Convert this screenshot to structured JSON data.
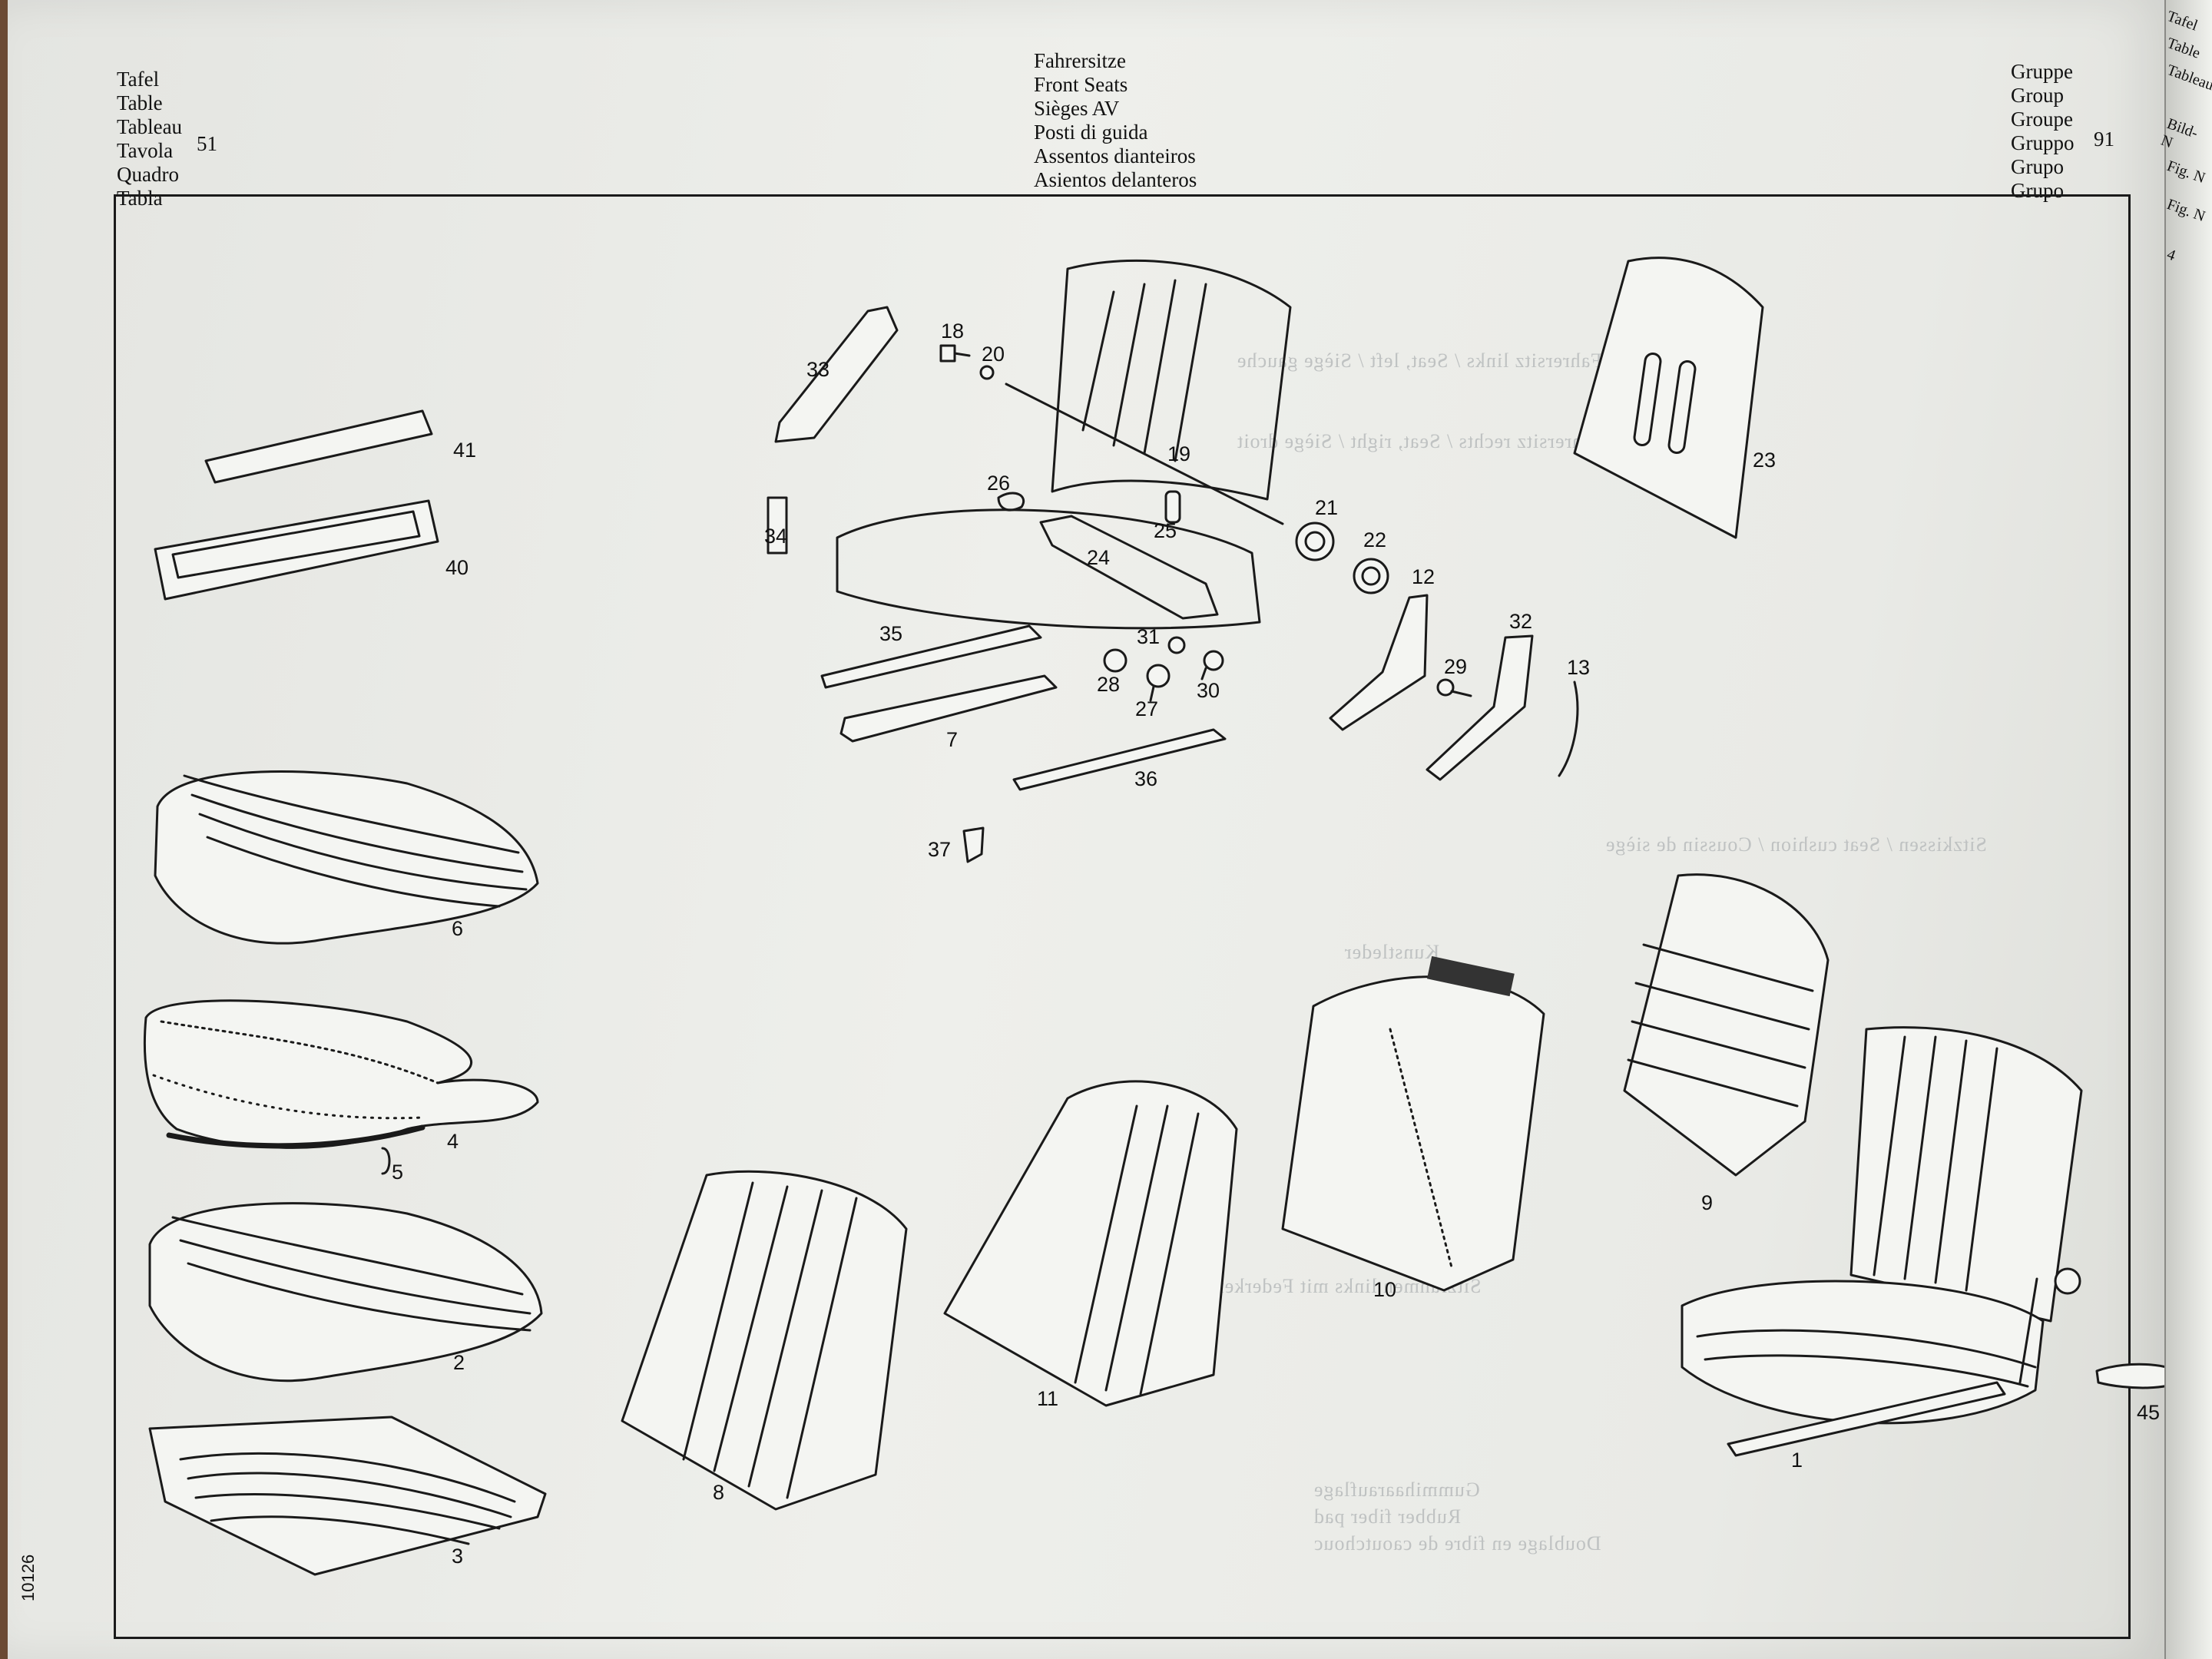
{
  "header": {
    "table_labels": [
      "Tafel",
      "Table",
      "Tableau",
      "Tavola",
      "Quadro",
      "Tabla"
    ],
    "table_number": "51",
    "titles": [
      "Fahrersitze",
      "Front Seats",
      "Sièges AV",
      "Posti di guida",
      "Assentos dianteiros",
      "Asientos delanteros"
    ],
    "group_labels": [
      "Gruppe",
      "Group",
      "Groupe",
      "Gruppo",
      "Grupo",
      "Grupo"
    ],
    "group_number": "91"
  },
  "next_page_labels": [
    "Tafel",
    "Table",
    "Tableau",
    "Bild-N",
    "Fig. N",
    "Fig. N",
    "4"
  ],
  "side_code": "10126",
  "callouts": {
    "c1": "1",
    "c2": "2",
    "c3": "3",
    "c4": "4",
    "c5": "5",
    "c6": "6",
    "c7": "7",
    "c8": "8",
    "c9": "9",
    "c10": "10",
    "c11": "11",
    "c12": "12",
    "c13": "13",
    "c18": "18",
    "c19": "19",
    "c20": "20",
    "c21": "21",
    "c22": "22",
    "c23": "23",
    "c24": "24",
    "c25": "25",
    "c26": "26",
    "c27": "27",
    "c28": "28",
    "c29": "29",
    "c30": "30",
    "c31": "31",
    "c32": "32",
    "c33": "33",
    "c34": "34",
    "c35": "35",
    "c36": "36",
    "c37": "37",
    "c40": "40",
    "c41": "41",
    "c45": "45"
  },
  "show_through_text": [
    "Fahrersitz links / Seat, left / Siège gauche",
    "Fahrersitz rechts / Seat, right / Siège droit",
    "Sitzkissen / Seat cushion / Coussin de siège",
    "Kunstleder",
    "Sitzrahmen links mit Federkern",
    "Gummihaarauflage",
    "Rubber fiber pad",
    "Doublage en fibre de caoutchouc"
  ]
}
